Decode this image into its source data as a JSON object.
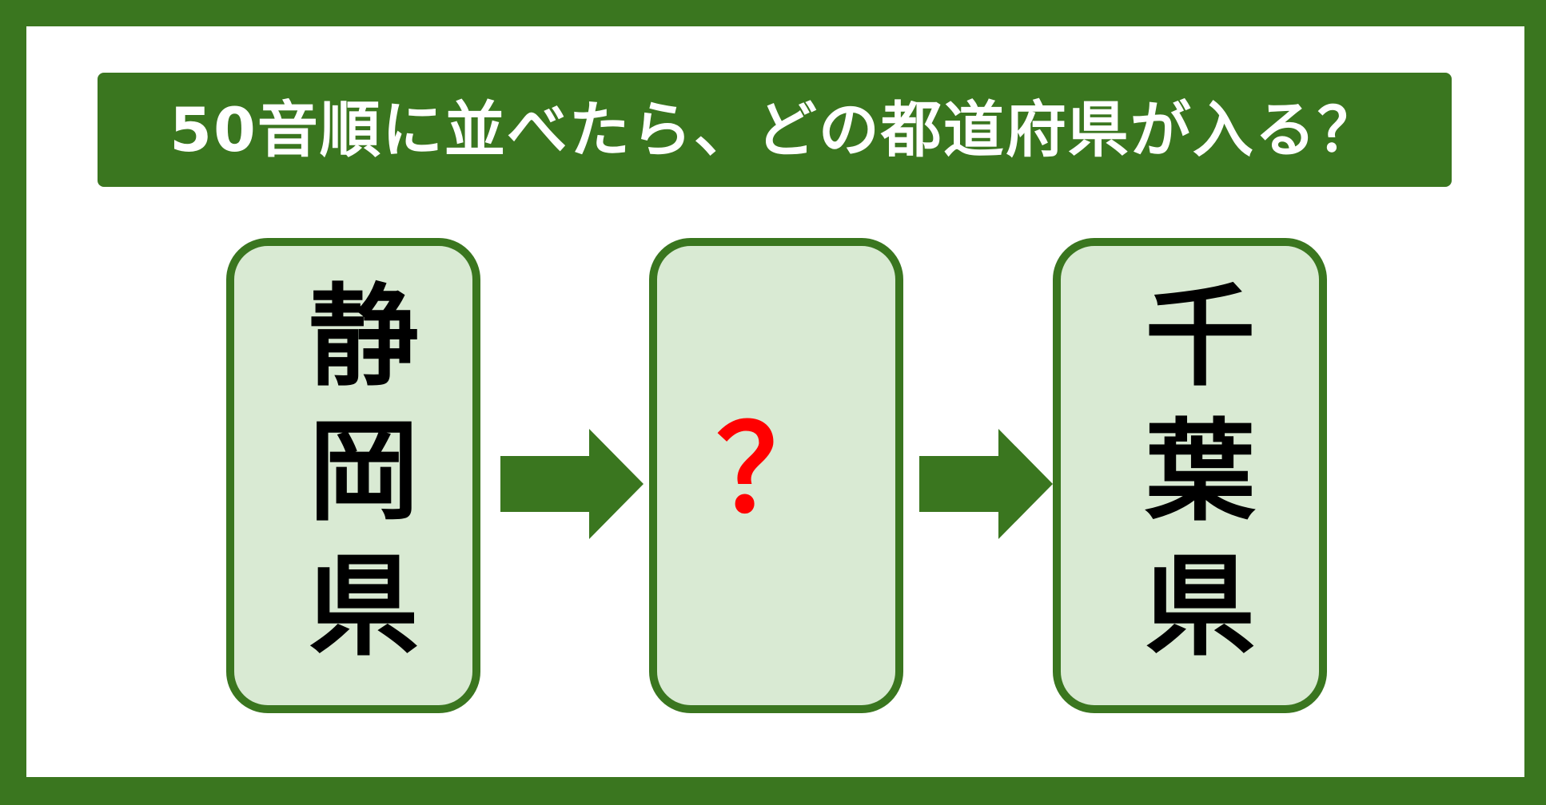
{
  "title": "50音順に並べたら、どの都道府県が入る？",
  "cards": [
    {
      "label": "静岡県",
      "type": "answer"
    },
    {
      "label": "？",
      "type": "unknown"
    },
    {
      "label": "千葉県",
      "type": "answer"
    }
  ],
  "colors": {
    "accent": "#3a761f",
    "card_bg": "#d9ead3",
    "question_mark": "#ff0000",
    "text": "#000000",
    "title_text": "#ffffff"
  },
  "icons": [
    "arrow-right-icon",
    "arrow-right-icon"
  ]
}
